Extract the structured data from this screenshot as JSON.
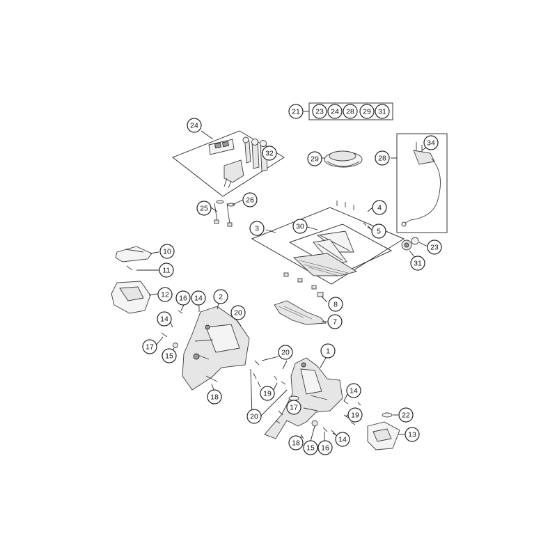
{
  "diagram": {
    "callouts": {
      "c21": "21",
      "c23a": "23",
      "c24a": "24",
      "c28a": "28",
      "c29a": "29",
      "c31a": "31",
      "c24": "24",
      "c32": "32",
      "c29": "29",
      "c28": "28",
      "c34": "34",
      "c25": "25",
      "c26": "26",
      "c4": "4",
      "c3": "3",
      "c30": "30",
      "c5": "5",
      "c23": "23",
      "c31": "31",
      "c10": "10",
      "c11": "11",
      "c12": "12",
      "c16a": "16",
      "c14a": "14",
      "c2": "2",
      "c20a": "20",
      "c8": "8",
      "c14b": "14",
      "c7": "7",
      "c17a": "17",
      "c15a": "15",
      "c20b": "20",
      "c1": "1",
      "c19a": "19",
      "c18a": "18",
      "c17b": "17",
      "c14c": "14",
      "c20c": "20",
      "c19b": "19",
      "c22": "22",
      "c13": "13",
      "c14d": "14",
      "c18b": "18",
      "c15b": "15",
      "c16b": "16"
    }
  }
}
